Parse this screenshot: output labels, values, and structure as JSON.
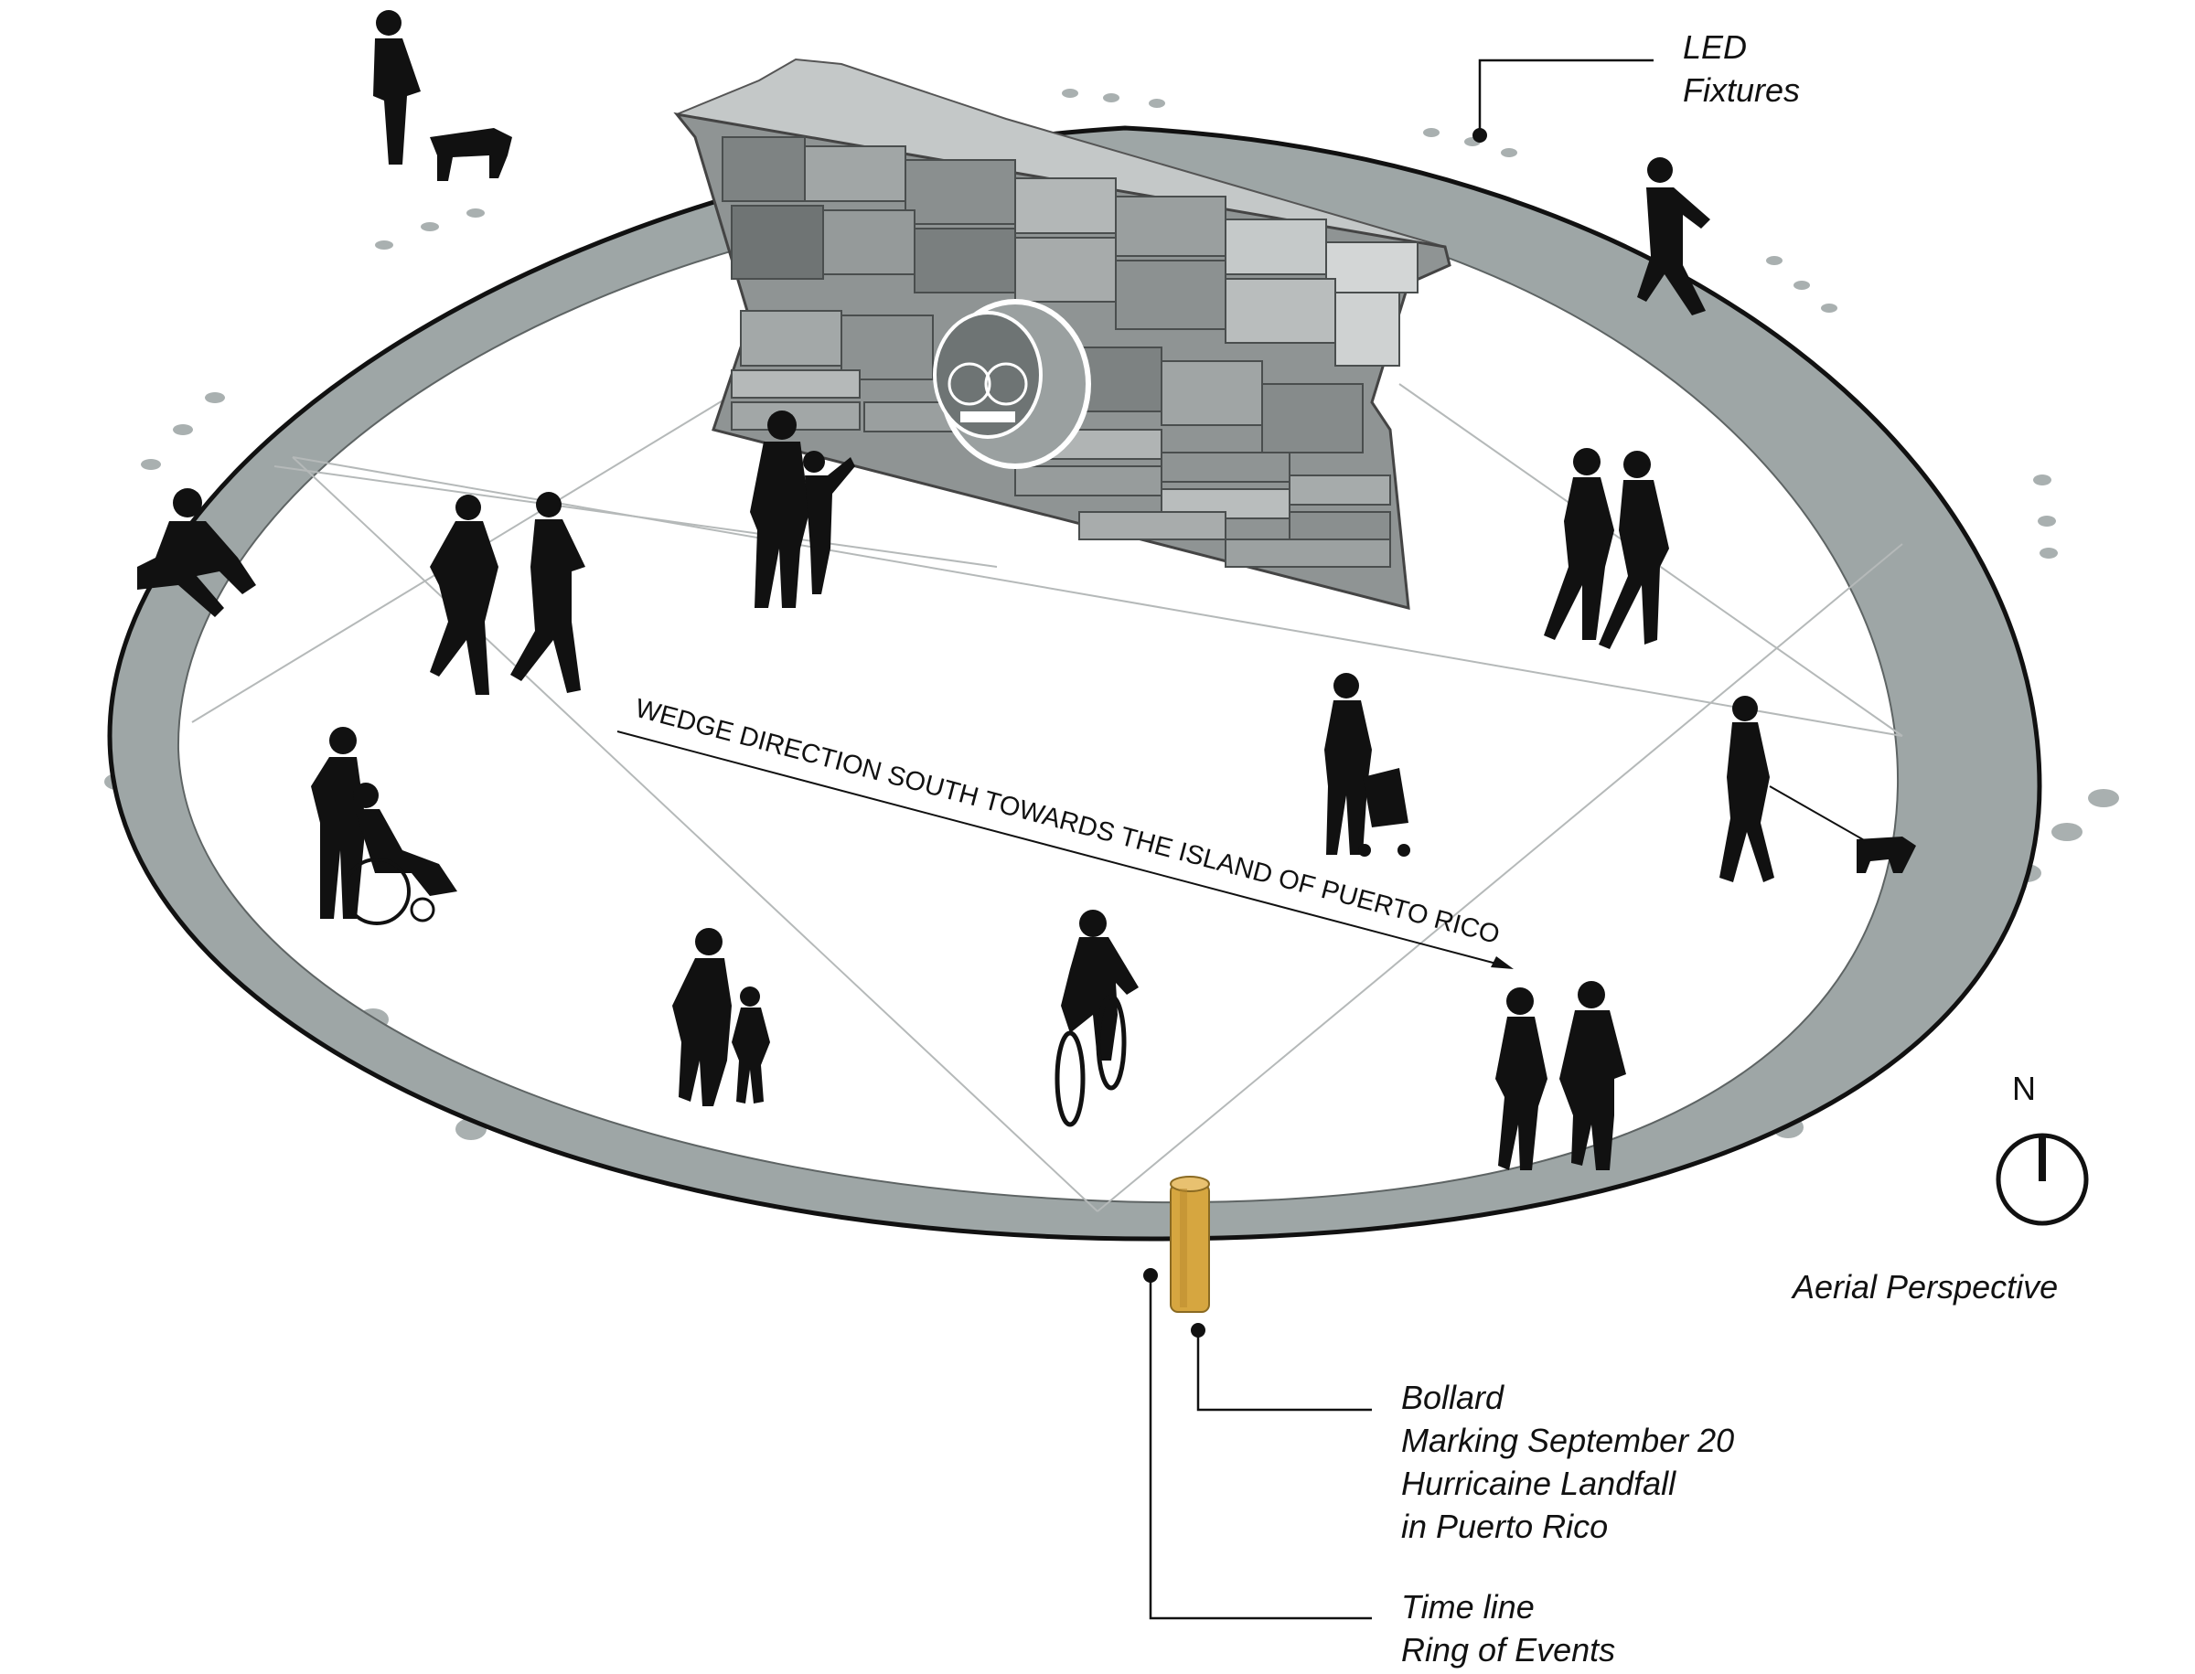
{
  "labels": {
    "led": [
      "LED",
      "Fixtures"
    ],
    "bollard": [
      "Bollard",
      "Marking September 20",
      "Hurricaine Landfall",
      "in Puerto Rico"
    ],
    "timeline": [
      "Time line",
      "Ring of Events"
    ],
    "aerial": "Aerial Perspective",
    "wedge_direction": "WEDGE DIRECTION SOUTH TOWARDS THE ISLAND OF PUERTO RICO",
    "north": "N"
  },
  "colors": {
    "ring": "#9ea6a6",
    "ring_edge": "#111111",
    "wall": "#8f9494",
    "silhouette": "#111111",
    "bollard": "#d6a640",
    "led_dot": "#a9b0b0"
  },
  "icons": {
    "north_arrow": "compass-north-icon",
    "bollard": "bollard-post-icon",
    "led": "led-fixture-icon"
  }
}
